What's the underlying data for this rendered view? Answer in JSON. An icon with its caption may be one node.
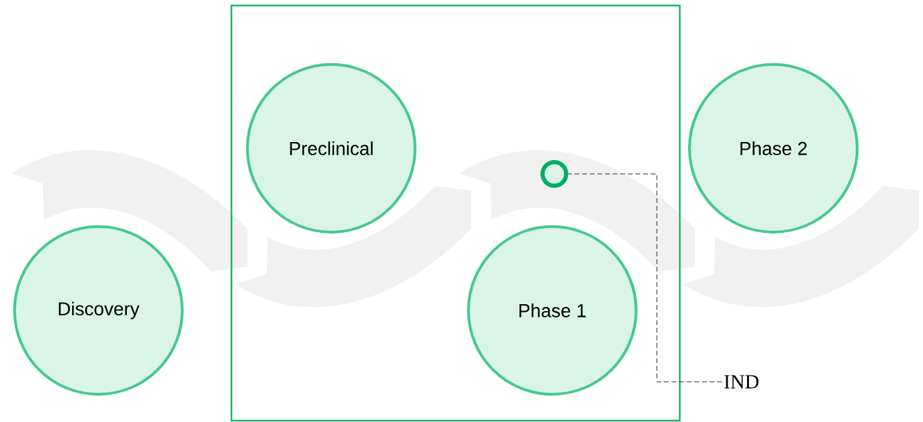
{
  "diagram": {
    "nodes": [
      {
        "text": [
          "Discovery"
        ]
      },
      {
        "text": [],
        "shape": "box"
      },
      {
        "text": [
          "Preclinical"
        ],
        "in": 1
      },
      {
        "text": [
          "Phase 1"
        ],
        "in": 1
      },
      {
        "text": [],
        "shape": "circle",
        "in": 1
      },
      {
        "text": [
          "IND"
        ]
      },
      {
        "text": [
          "Phase 2"
        ]
      }
    ],
    "edges": [
      {
        "from": 5,
        "to": 4,
        "arrow": "none",
        "style": "dashed"
      }
    ]
  }
}
